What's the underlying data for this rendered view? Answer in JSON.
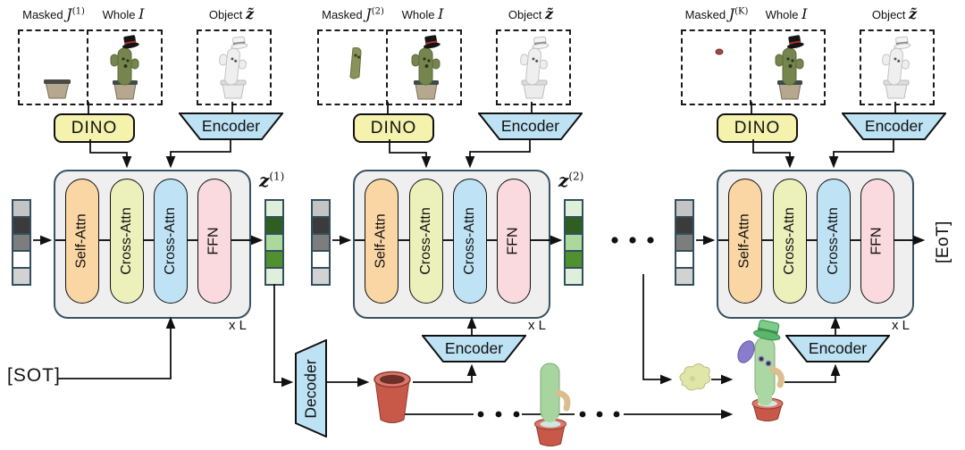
{
  "sections": [
    {
      "masked_label": "Masked",
      "masked_var": "J",
      "masked_sup": "(1)",
      "whole_label": "Whole",
      "whole_var": "I",
      "object_label": "Object",
      "object_var": "z̃",
      "dino_label": "DINO",
      "encoder_label": "Encoder",
      "pills": [
        "Self-Attn",
        "Cross-Attn",
        "Cross-Attn",
        "FFN"
      ],
      "repeat_label": "x L",
      "output_var": "z",
      "output_sup": "(1)"
    },
    {
      "masked_label": "Masked",
      "masked_var": "J",
      "masked_sup": "(2)",
      "whole_label": "Whole",
      "whole_var": "I",
      "object_label": "Object",
      "object_var": "z̃",
      "dino_label": "DINO",
      "encoder_label": "Encoder",
      "bottom_encoder_label": "Encoder",
      "pills": [
        "Self-Attn",
        "Cross-Attn",
        "Cross-Attn",
        "FFN"
      ],
      "repeat_label": "x L",
      "output_var": "z",
      "output_sup": "(2)"
    },
    {
      "masked_label": "Masked",
      "masked_var": "J",
      "masked_sup": "(K)",
      "whole_label": "Whole",
      "whole_var": "I",
      "object_label": "Object",
      "object_var": "z̃",
      "dino_label": "DINO",
      "encoder_label": "Encoder",
      "bottom_encoder_label": "Encoder",
      "pills": [
        "Self-Attn",
        "Cross-Attn",
        "Cross-Attn",
        "FFN"
      ],
      "repeat_label": "x L"
    }
  ],
  "sot_token": "[SOT]",
  "eot_token": "[EoT]",
  "decoder_label": "Decoder",
  "tokens": {
    "input_colors": [
      "#c4c4c4",
      "#3b3b3b",
      "#7d7d7d",
      "#ffffff",
      "#d2d2d2"
    ],
    "output_colors": [
      "#def0d9",
      "#2e5f21",
      "#abd89d",
      "#51902f",
      "#def0d9"
    ]
  },
  "colors": {
    "self_attn": "#f9d6a3",
    "cross_attn_image": "#ecf0bb",
    "cross_attn_object": "#bfe3f5",
    "ffn": "#fadade",
    "dino": "#f4f2ad",
    "encoder": "#bde2f4",
    "block_bg": "#efefef",
    "block_border": "#3a5363",
    "token_border": "#33505e"
  }
}
